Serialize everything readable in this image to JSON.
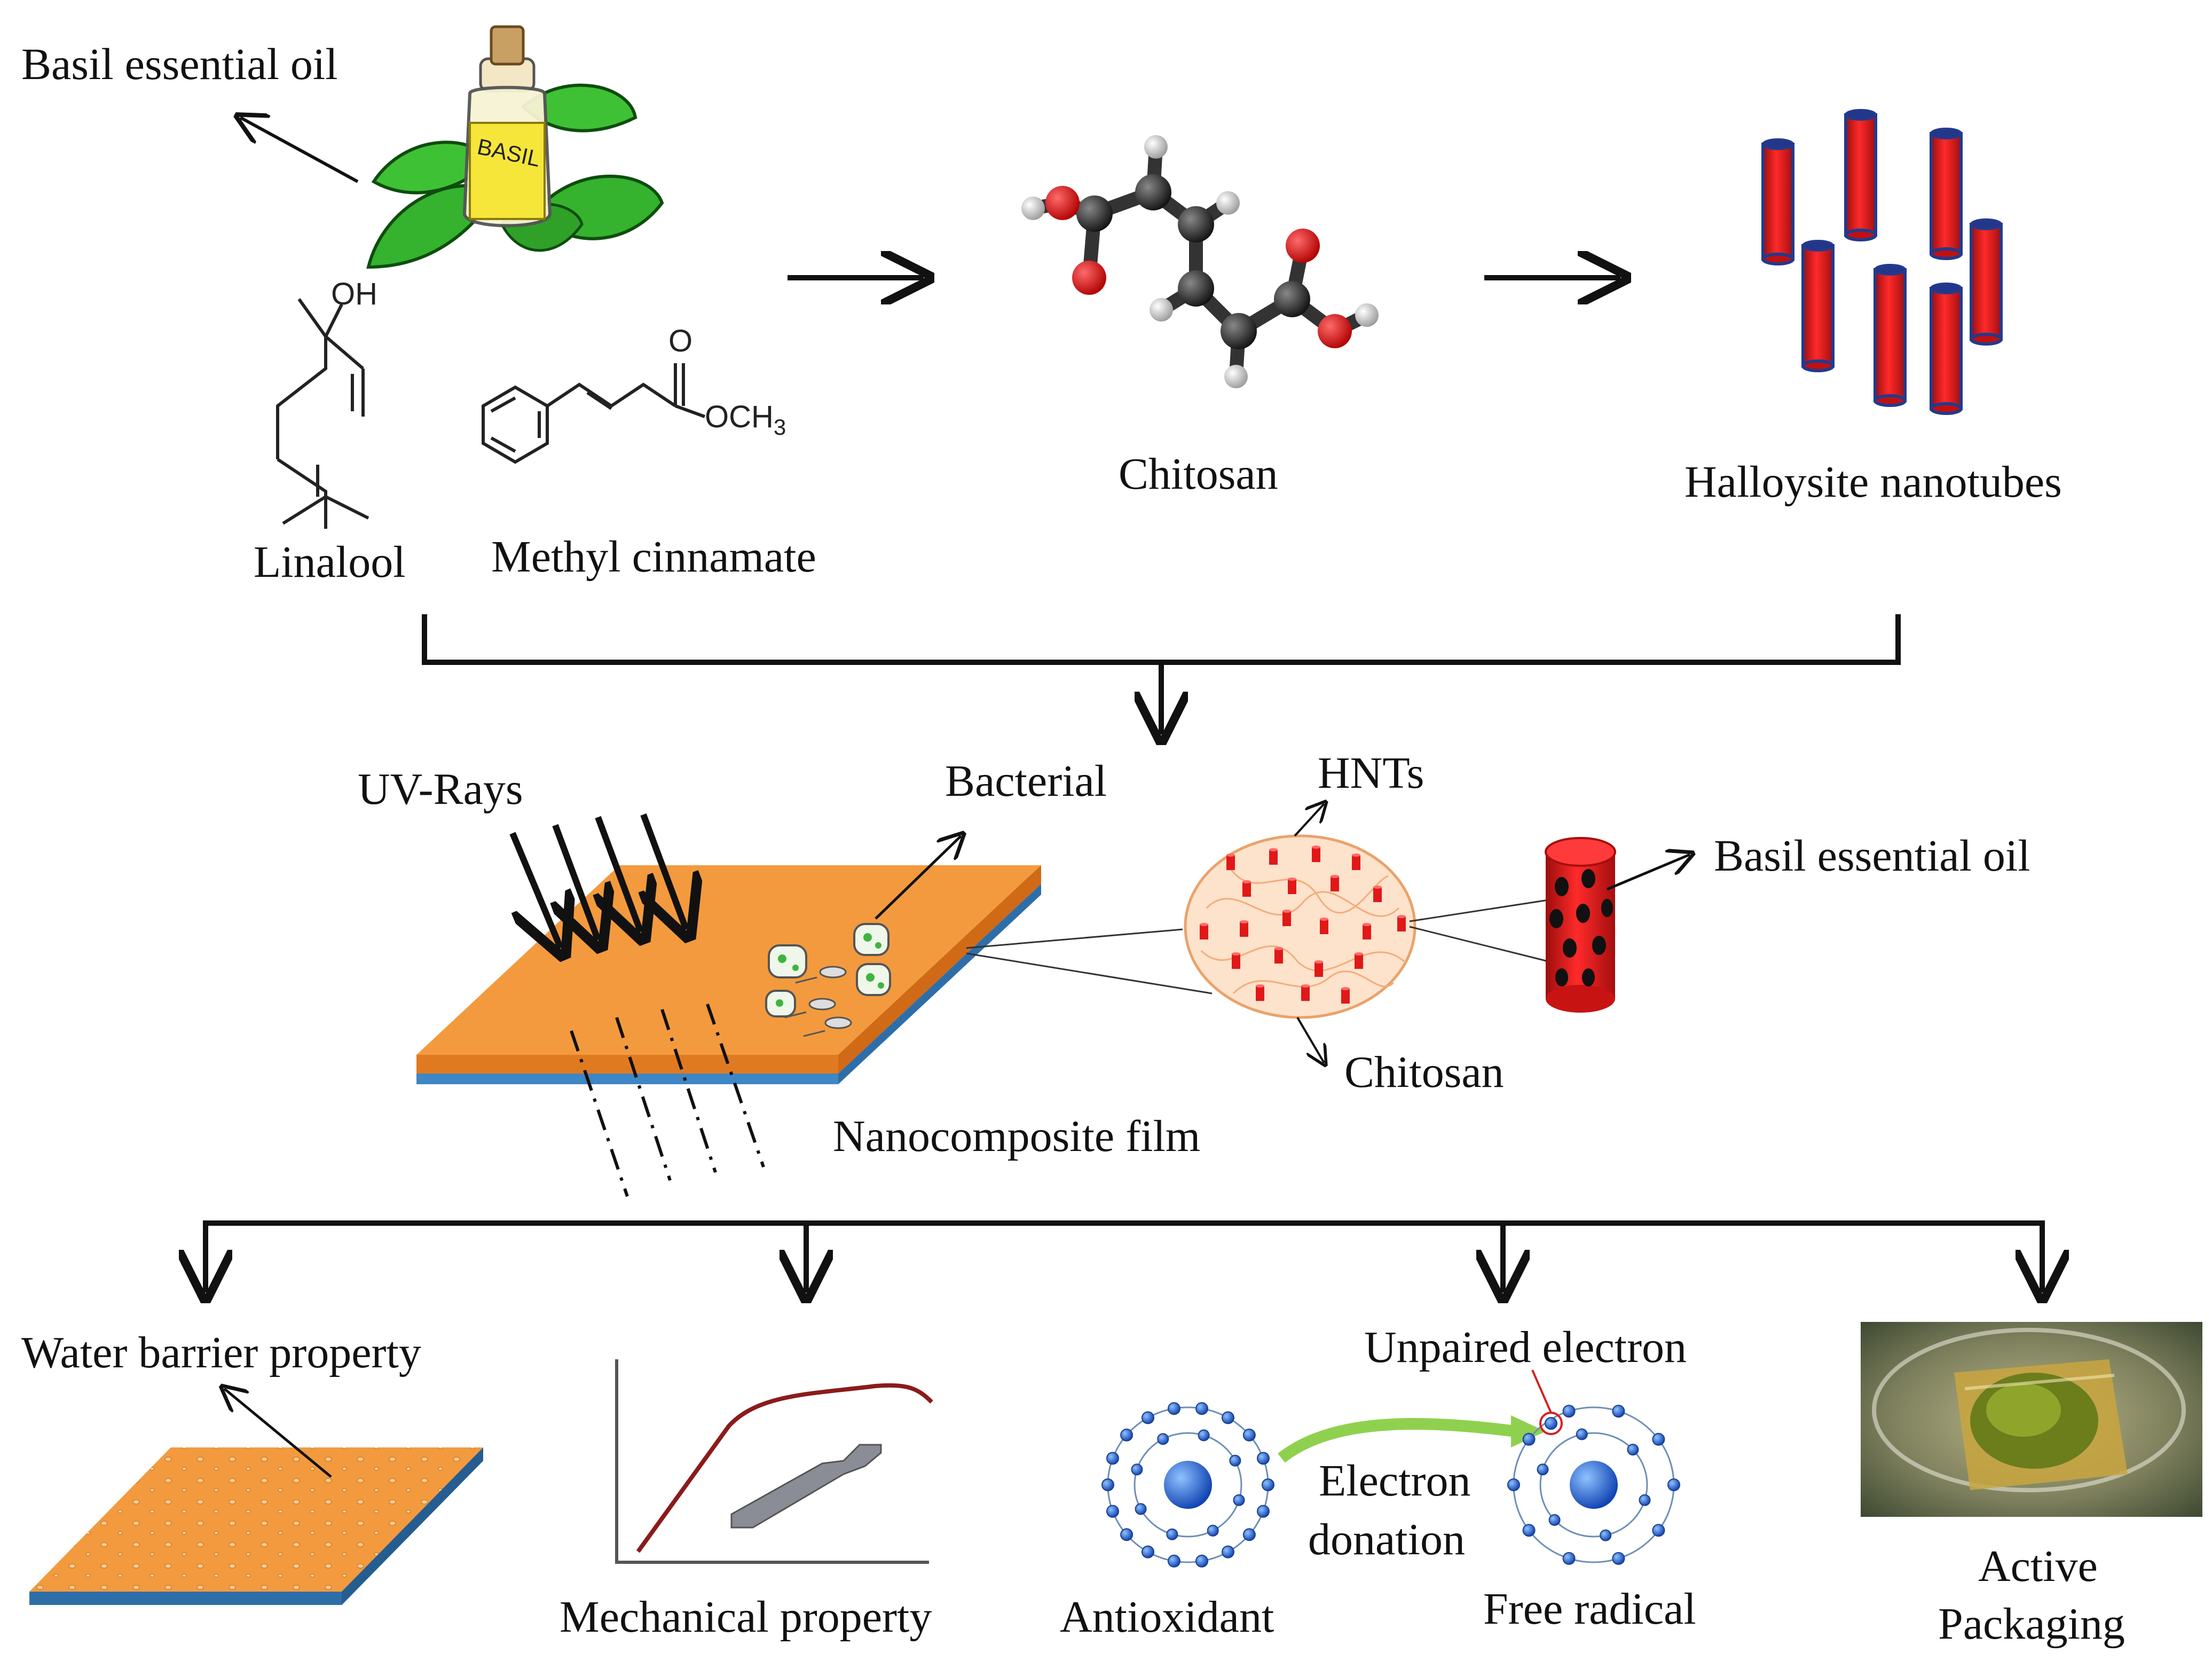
{
  "top": {
    "basil_label": "Basil essential oil",
    "bottle_label": "BASIL",
    "oh_label": "OH",
    "carbonyl_o_label": "O",
    "och3_label": "OCH",
    "och3_sub": "3",
    "linalool_label": "Linalool",
    "methyl_cinnamate_label": "Methyl cinnamate",
    "chitosan_label": "Chitosan",
    "halloysite_label": "Halloysite nanotubes"
  },
  "middle": {
    "uv_label": "UV-Rays",
    "bacterial_label": "Bacterial",
    "film_label": "Nanocomposite film",
    "hnts_label": "HNTs",
    "chitosan_label": "Chitosan",
    "basil_label": "Basil essential oil"
  },
  "bottom": {
    "water_label": "Water barrier property",
    "mechanical_label": "Mechanical property",
    "antioxidant_label": "Antioxidant",
    "electron_line1": "Electron",
    "electron_line2": "donation",
    "unpaired_label": "Unpaired electron",
    "free_radical_label": "Free radical",
    "active_line1": "Active",
    "active_line2": "Packaging"
  },
  "colors": {
    "film_orange": "#f39a3e",
    "film_blue": "#3f86c4",
    "nanotube_red": "#e01818",
    "nanotube_outline": "#233a8c",
    "leaf_green": "#35b22e",
    "curve_red": "#8b1b1b",
    "electron_blue": "#2f6fd0"
  },
  "icons": [
    "basil-bottle-icon",
    "molecule-icon",
    "nanotube-icon",
    "petri-dish-icon"
  ]
}
